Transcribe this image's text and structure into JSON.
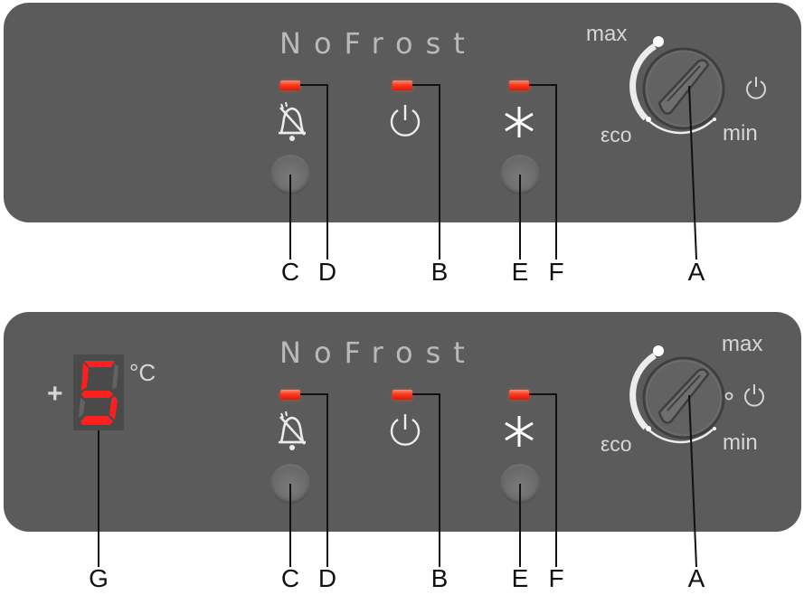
{
  "colors": {
    "panel": "#5b5b5b",
    "led": "#ff3a1e",
    "label": "#d6d6d6",
    "brand": "#b9b9b9",
    "callout": "#111111"
  },
  "panels": [
    {
      "brand": "NoFrost",
      "knob": {
        "max": "max",
        "eco": "εco",
        "min": "min"
      },
      "icons": [
        "alarm-off-icon",
        "power-icon",
        "snowflake-icon"
      ]
    },
    {
      "brand": "NoFrost",
      "display": {
        "value": "5",
        "sign": "+",
        "unit": "°C"
      },
      "knob": {
        "max": "max",
        "eco": "εco",
        "min": "min"
      },
      "icons": [
        "alarm-off-icon",
        "power-icon",
        "snowflake-icon"
      ]
    }
  ],
  "callouts": {
    "top": [
      "C",
      "D",
      "B",
      "E",
      "F",
      "A"
    ],
    "bottom": [
      "G",
      "C",
      "D",
      "B",
      "E",
      "F",
      "A"
    ]
  }
}
